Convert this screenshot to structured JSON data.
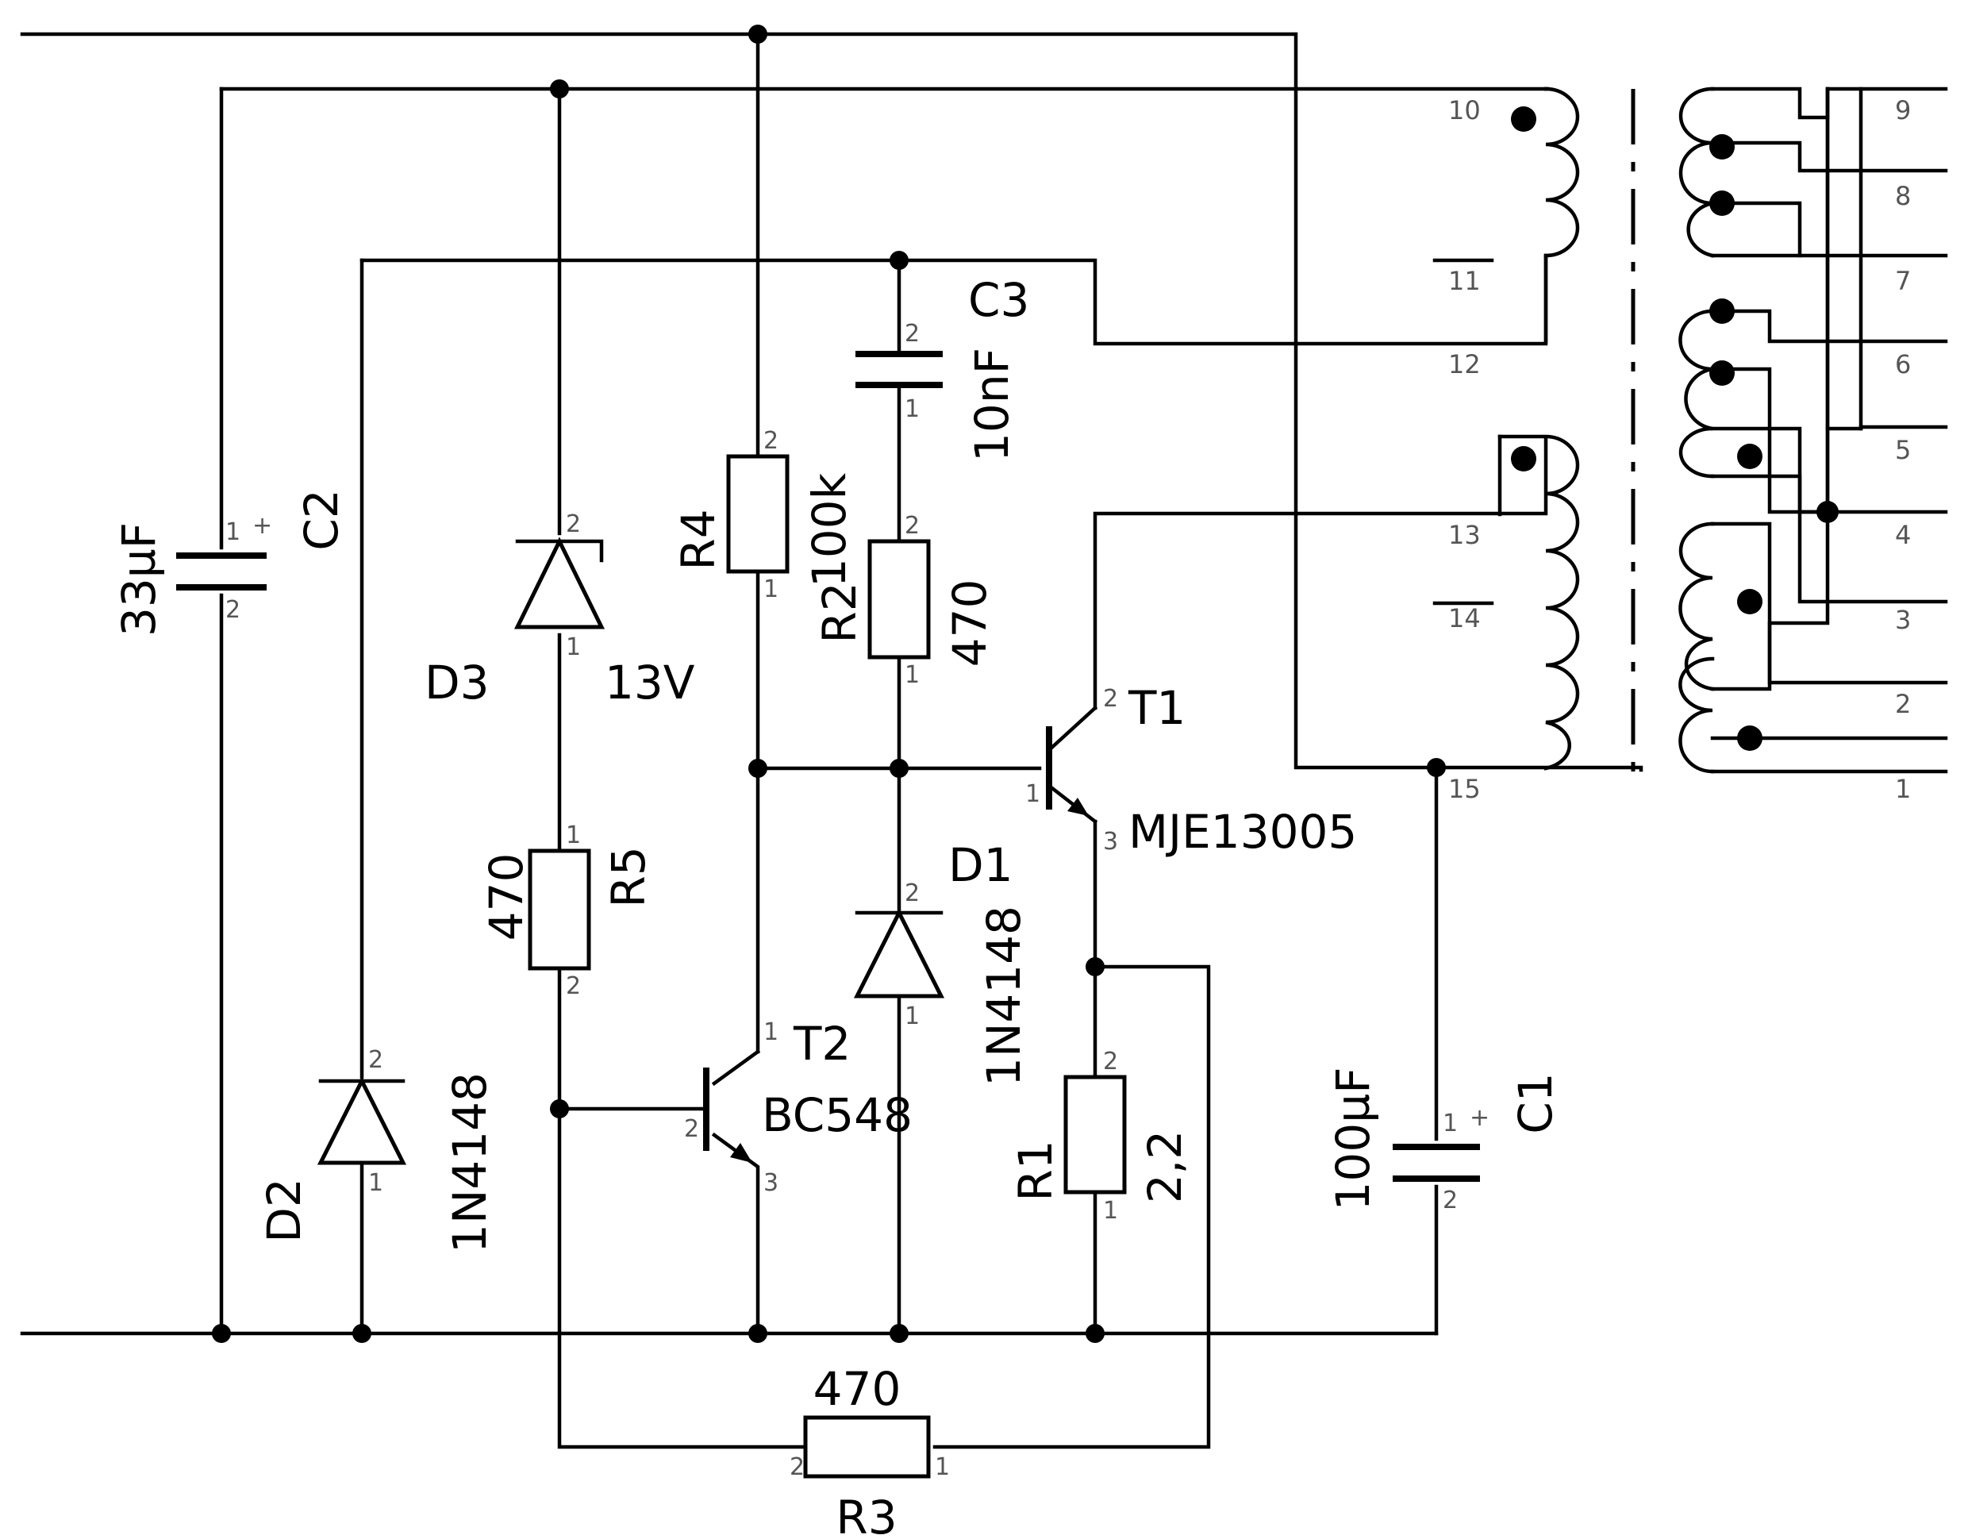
{
  "components": {
    "C1": {
      "ref": "C1",
      "value": "100µF",
      "pin1": "1",
      "pin2": "2",
      "plus": "+"
    },
    "C2": {
      "ref": "C2",
      "value": "33µF",
      "pin1": "1",
      "pin2": "2",
      "plus": "+"
    },
    "C3": {
      "ref": "C3",
      "value": "10nF",
      "pin1": "1",
      "pin2": "2"
    },
    "R1": {
      "ref": "R1",
      "value": "2,2",
      "pin1": "1",
      "pin2": "2"
    },
    "R2": {
      "ref": "R2",
      "value": "470",
      "pin1": "1",
      "pin2": "2"
    },
    "R3": {
      "ref": "R3",
      "value": "470",
      "pin1": "1",
      "pin2": "2"
    },
    "R4": {
      "ref": "R4",
      "value": "100k",
      "pin1": "1",
      "pin2": "2"
    },
    "R5": {
      "ref": "R5",
      "value": "470",
      "pin1": "1",
      "pin2": "2"
    },
    "D1": {
      "ref": "D1",
      "value": "1N4148",
      "pin1": "1",
      "pin2": "2"
    },
    "D2": {
      "ref": "D2",
      "value": "1N4148",
      "pin1": "1",
      "pin2": "2"
    },
    "D3": {
      "ref": "D3",
      "value": "13V",
      "pin1": "1",
      "pin2": "2"
    },
    "T1": {
      "ref": "T1",
      "value": "MJE13005",
      "pin1": "1",
      "pin2": "2",
      "pin3": "3"
    },
    "T2": {
      "ref": "T2",
      "value": "BC548",
      "pin1": "1",
      "pin2": "2",
      "pin3": "3"
    }
  },
  "transformer": {
    "primary_pins": [
      "10",
      "11",
      "12",
      "13",
      "14",
      "15"
    ],
    "secondary_pins": [
      "9",
      "8",
      "7",
      "6",
      "5",
      "4",
      "3",
      "2",
      "1"
    ]
  }
}
